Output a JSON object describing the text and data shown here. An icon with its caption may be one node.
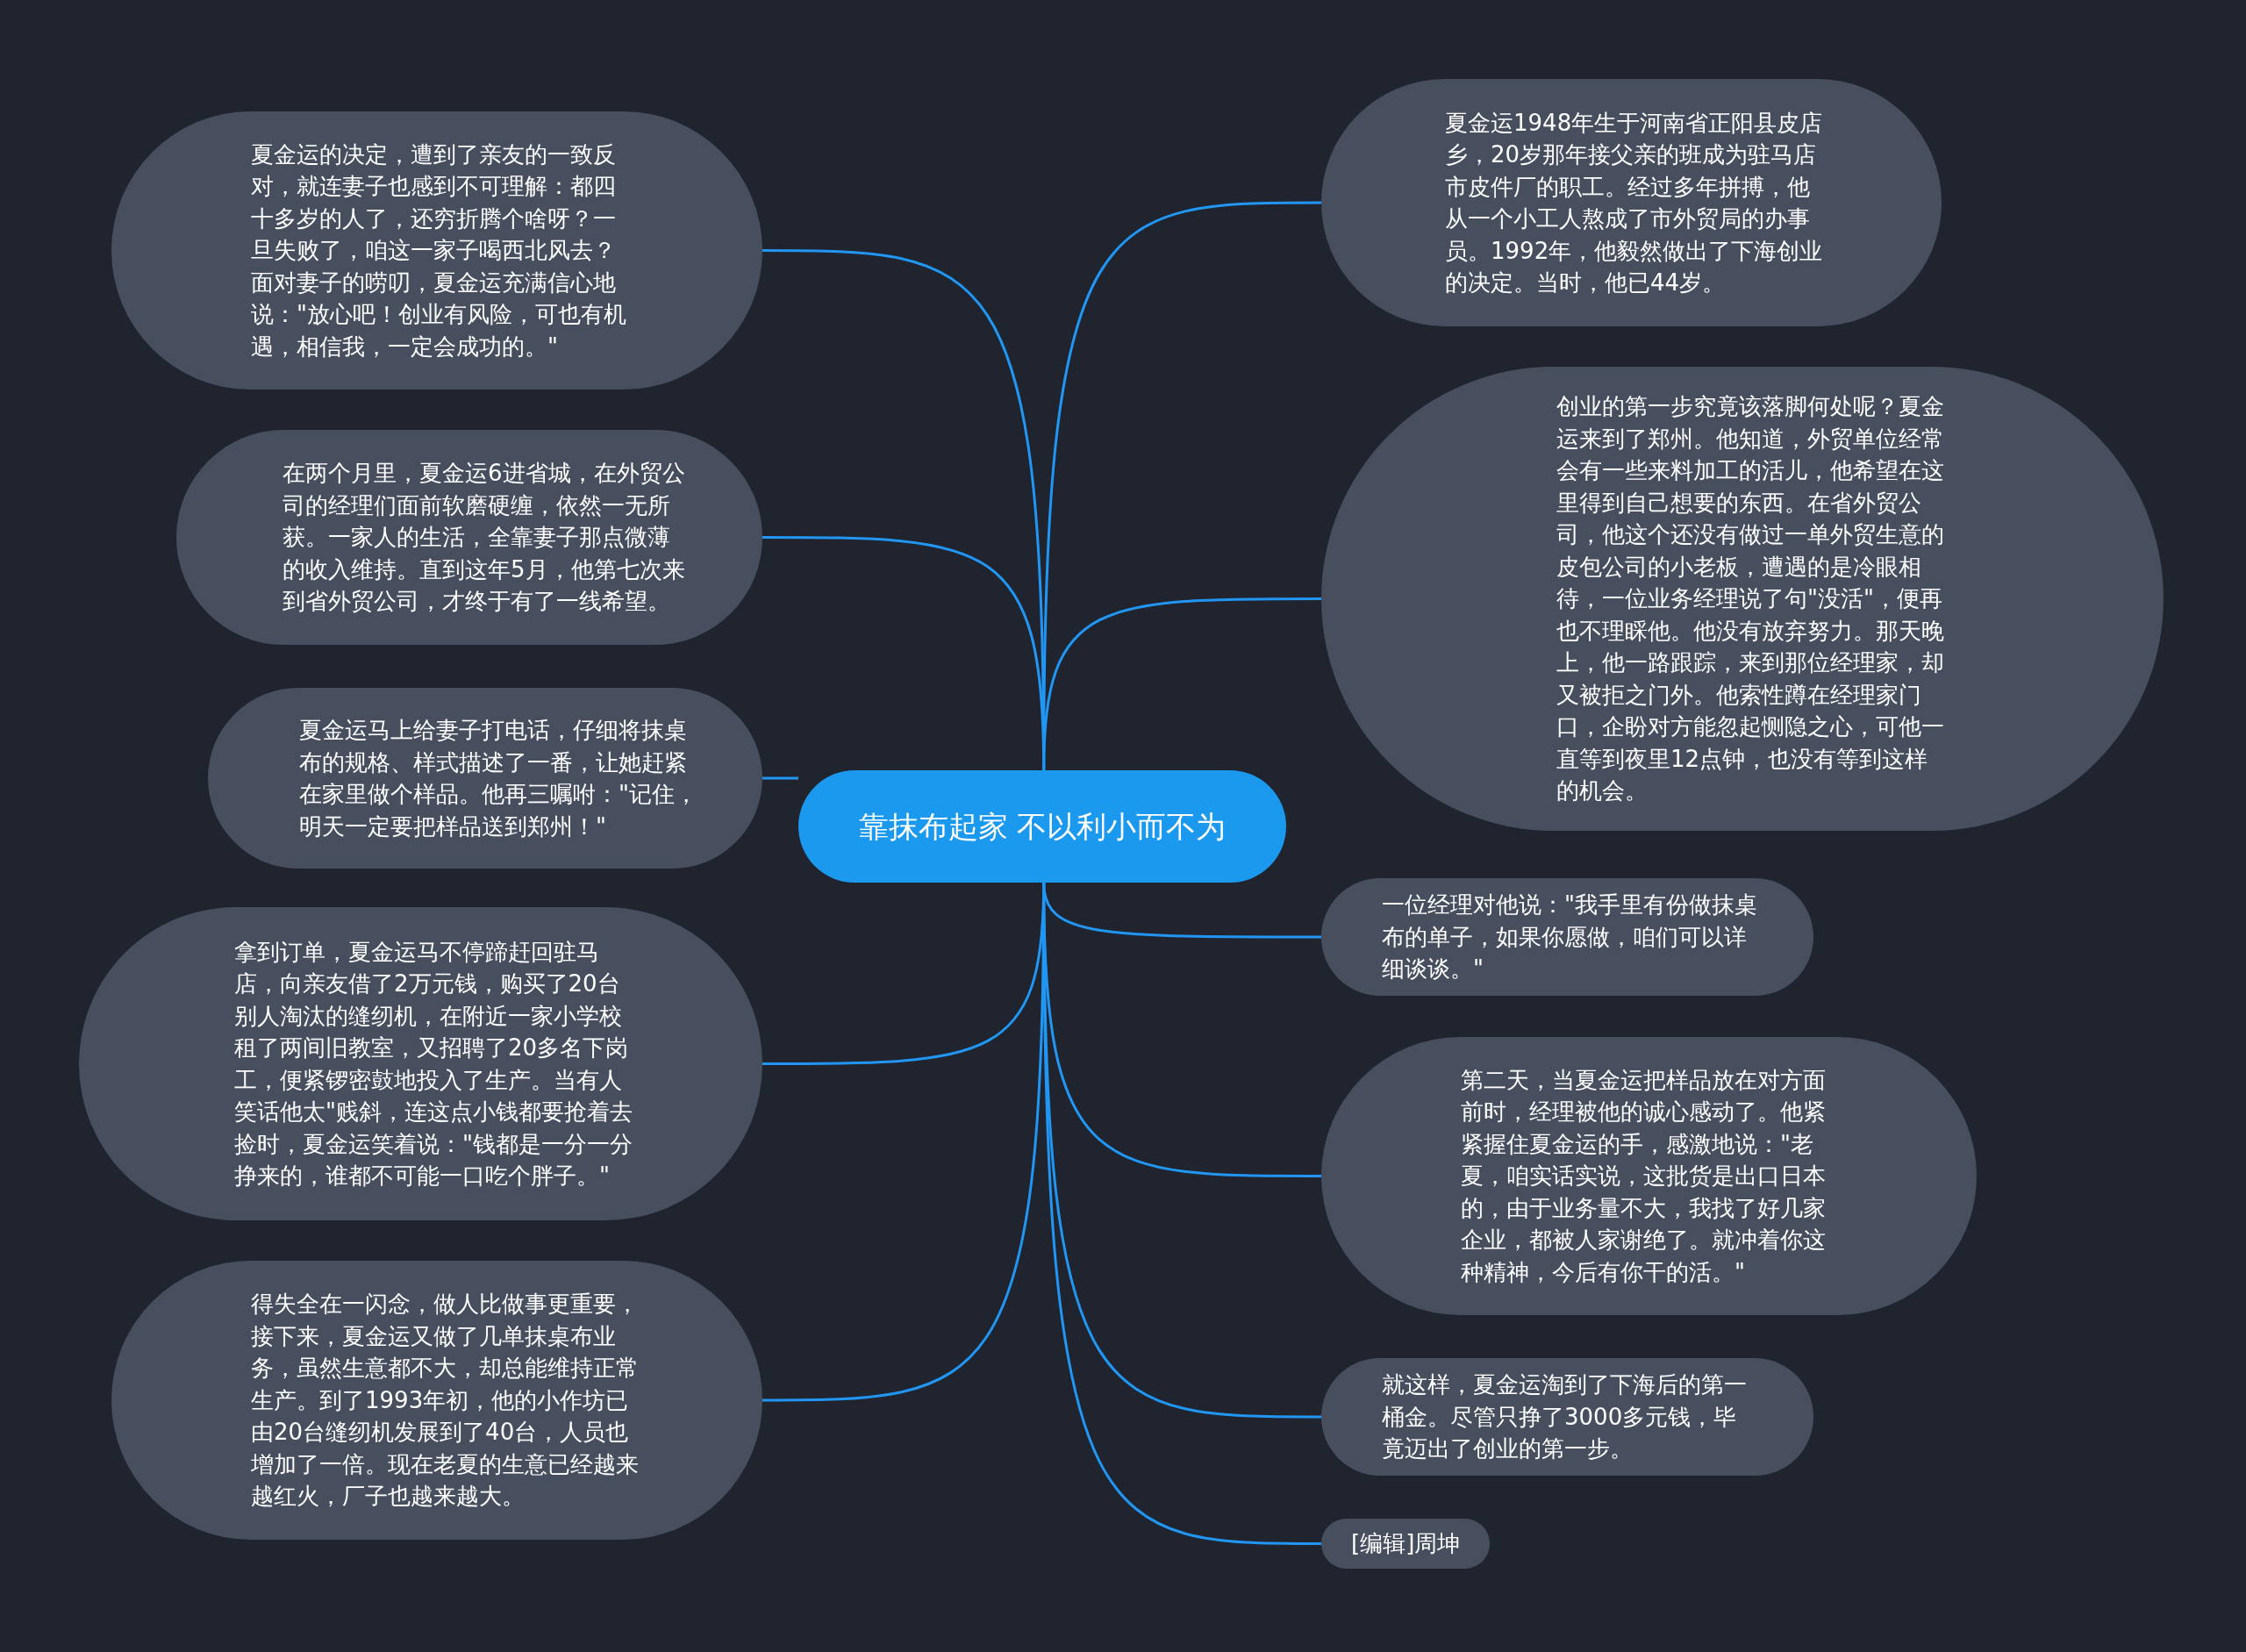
{
  "diagram": {
    "nodes": [
      {
        "text": [
          "靠抹布起家 不以利小而不为"
        ]
      },
      {
        "text": [
          "夏金运的决定，遭到了亲友的一致反对，就连妻子也感到不可理解：都四十多岁的人了，还穷折腾个啥呀？一旦失败了，咱这一家子喝西北风去？面对妻子的唠叨，夏金运充满信心地说：\"放心吧！创业有风险，可也有机遇，相信我，一定会成功的。\""
        ]
      },
      {
        "text": [
          "在两个月里，夏金运6进省城，在外贸公司的经理们面前软磨硬缠，依然一无所获。一家人的生活，全靠妻子那点微薄的收入维持。直到这年5月，他第七次来到省外贸公司，才终于有了一线希望。"
        ]
      },
      {
        "text": [
          "夏金运马上给妻子打电话，仔细将抹桌布的规格、样式描述了一番，让她赶紧在家里做个样品。他再三嘱咐：\"记住，明天一定要把样品送到郑州！\""
        ]
      },
      {
        "text": [
          "拿到订单，夏金运马不停蹄赶回驻马店，向亲友借了2万元钱，购买了20台别人淘汰的缝纫机，在附近一家小学校租了两间旧教室，又招聘了20多名下岗工，便紧锣密鼓地投入了生产。当有人笑话他太\"贱斜，连这点小钱都要抢着去捡时，夏金运笑着说：\"钱都是一分一分挣来的，谁都不可能一口吃个胖子。\""
        ]
      },
      {
        "text": [
          "得失全在一闪念，做人比做事更重要，接下来，夏金运又做了几单抹桌布业务，虽然生意都不大，却总能维持正常生产。到了1993年初，他的小作坊已由20台缝纫机发展到了40台，人员也增加了一倍。现在老夏的生意已经越来越红火，厂子也越来越大。"
        ]
      },
      {
        "text": [
          "夏金运1948年生于河南省正阳县皮店乡，20岁那年接父亲的班成为驻马店市皮件厂的职工。经过多年拼搏，他从一个小工人熬成了市外贸局的办事员。1992年，他毅然做出了下海创业的决定。当时，他已44岁。"
        ]
      },
      {
        "text": [
          "创业的第一步究竟该落脚何处呢？夏金运来到了郑州。他知道，外贸单位经常会有一些来料加工的活儿，他希望在这里得到自己想要的东西。在省外贸公司，他这个还没有做过一单外贸生意的皮包公司的小老板，遭遇的是冷眼相待，一位业务经理说了句\"没活\"，便再也不理睬他。他没有放弃努力。那天晚上，他一路跟踪，来到那位经理家，却又被拒之门外。他索性蹲在经理家门口，企盼对方能忽起恻隐之心，可他一直等到夜里12点钟，也没有等到这样的机会。"
        ]
      },
      {
        "text": [
          "一位经理对他说：\"我手里有份做抹桌布的单子，如果你愿做，咱们可以详细谈谈。\""
        ]
      },
      {
        "text": [
          "第二天，当夏金运把样品放在对方面前时，经理被他的诚心感动了。他紧紧握住夏金运的手，感激地说：\"老夏，咱实话实说，这批货是出口日本的，由于业务量不大，我找了好几家企业，都被人家谢绝了。就冲着你这种精神，今后有你干的活。\""
        ]
      },
      {
        "text": [
          "就这样，夏金运淘到了下海后的第一桶金。尽管只挣了3000多元钱，毕竟迈出了创业的第一步。"
        ]
      },
      {
        "text": [
          "[编辑]周坤"
        ]
      }
    ],
    "edges": [
      {
        "from": 0,
        "to": 1,
        "arrow": "none"
      },
      {
        "from": 0,
        "to": 2,
        "arrow": "none"
      },
      {
        "from": 0,
        "to": 3,
        "arrow": "none"
      },
      {
        "from": 0,
        "to": 4,
        "arrow": "none"
      },
      {
        "from": 0,
        "to": 5,
        "arrow": "none"
      },
      {
        "from": 0,
        "to": 6,
        "arrow": "none"
      },
      {
        "from": 0,
        "to": 7,
        "arrow": "none"
      },
      {
        "from": 0,
        "to": 8,
        "arrow": "none"
      },
      {
        "from": 0,
        "to": 9,
        "arrow": "none"
      },
      {
        "from": 0,
        "to": 10,
        "arrow": "none"
      },
      {
        "from": 0,
        "to": 11,
        "arrow": "none"
      }
    ]
  }
}
